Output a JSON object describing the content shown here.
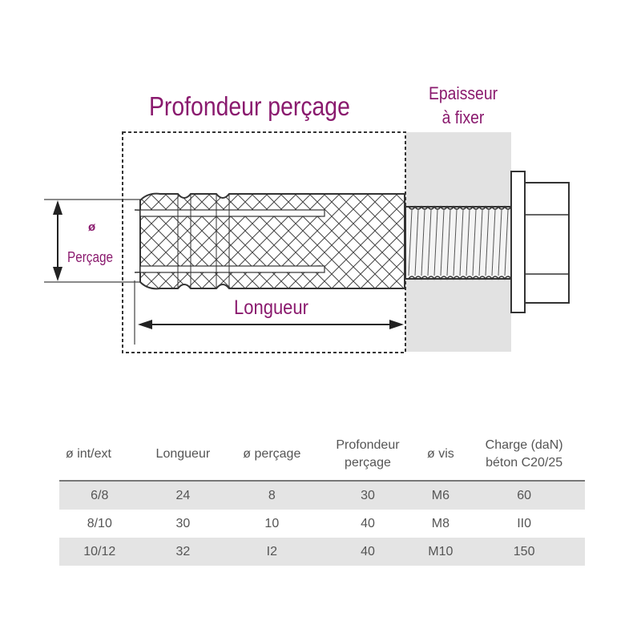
{
  "diagram": {
    "label_depth": "Profondeur perçage",
    "label_thickness_line1": "Epaisseur",
    "label_thickness_line2": "à fixer",
    "label_diameter_symbol": "ø",
    "label_diameter": "Perçage",
    "label_length": "Longueur",
    "colors": {
      "accent": "#8a1a6e",
      "thickness_zone": "#e2e2e2",
      "line": "#333333"
    }
  },
  "table": {
    "headers": [
      [
        "ø int/ext"
      ],
      [
        "Longueur"
      ],
      [
        "ø perçage"
      ],
      [
        "Profondeur",
        "perçage"
      ],
      [
        "ø vis"
      ],
      [
        "Charge (daN)",
        "béton C20/25"
      ]
    ],
    "rows": [
      [
        "6/8",
        "24",
        "8",
        "30",
        "M6",
        "60"
      ],
      [
        "8/10",
        "30",
        "10",
        "40",
        "M8",
        "II0"
      ],
      [
        "10/12",
        "32",
        "I2",
        "40",
        "M10",
        "150"
      ]
    ]
  }
}
